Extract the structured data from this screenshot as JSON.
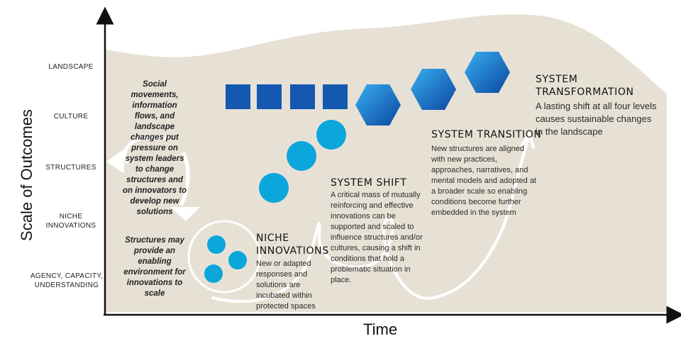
{
  "axes": {
    "x_label": "Time",
    "y_label": "Scale of Outcomes"
  },
  "levels": [
    "LANDSCAPE",
    "CULTURE",
    "STRUCTURES",
    "NICHE INNOVATIONS",
    "AGENCY, CAPACITY, UNDERSTANDING"
  ],
  "side_notes": {
    "pressure": "Social movements, information flows, and landscape changes put pressure on system leaders to change structures and on innovators to develop new solutions",
    "enabling": "Structures may provide an enabling environment for innovations to scale"
  },
  "stages": {
    "niche": {
      "title": "NICHE INNOVATIONS",
      "desc": "New or adapted responses and solutions are incubated within protected spaces"
    },
    "shift": {
      "title": "SYSTEM SHIFT",
      "desc": "A critical mass of mutually reinforcing and effective innovations can be supported and scaled to influence structures and/or cultures, causing a shift in conditions that hold a problematic situation in place."
    },
    "transition": {
      "title": "SYSTEM TRANSITION",
      "desc": "New structures are aligned with new practices, approaches, narratives, and mental models and adopted at a broader scale so enabling conditions become further embedded in the system"
    },
    "transformation": {
      "title": "SYSTEM TRANSFORMATION",
      "desc": "A lasting shift at all four levels causes sustainable changes in the landscape"
    }
  },
  "colors": {
    "landscape_fill": "#e7e1d5",
    "square": "#1458b0",
    "hexagon_light": "#2f9fe6",
    "hexagon_dark": "#0d4fa8",
    "circle": "#0aa6dc",
    "axis": "#111111"
  }
}
